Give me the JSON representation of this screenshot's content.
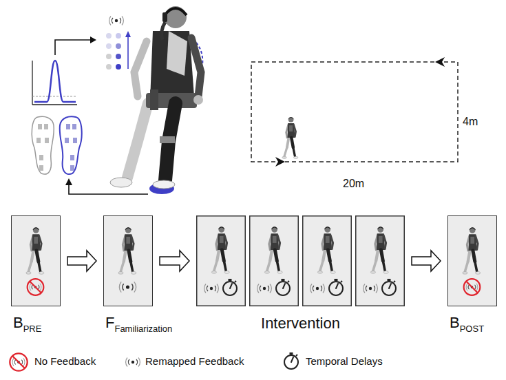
{
  "diagram": {
    "nodes": [
      {
        "text": [
          "B",
          "PRE"
        ]
      },
      {
        "text": [
          "F",
          "Familiarization"
        ]
      },
      {
        "text": [
          "Intervention"
        ]
      },
      {
        "text": [
          "B",
          "POST"
        ]
      }
    ],
    "edges": [
      {
        "from": 0,
        "to": 1,
        "arrow": "to"
      },
      {
        "from": 1,
        "to": 2,
        "arrow": "to"
      },
      {
        "from": 2,
        "to": 3,
        "arrow": "to"
      }
    ],
    "labels": [
      "4m",
      "20m"
    ],
    "legend": [
      {
        "text": "No Feedback"
      },
      {
        "text": "Remapped Feedback"
      },
      {
        "text": "Temporal Delays"
      }
    ]
  }
}
